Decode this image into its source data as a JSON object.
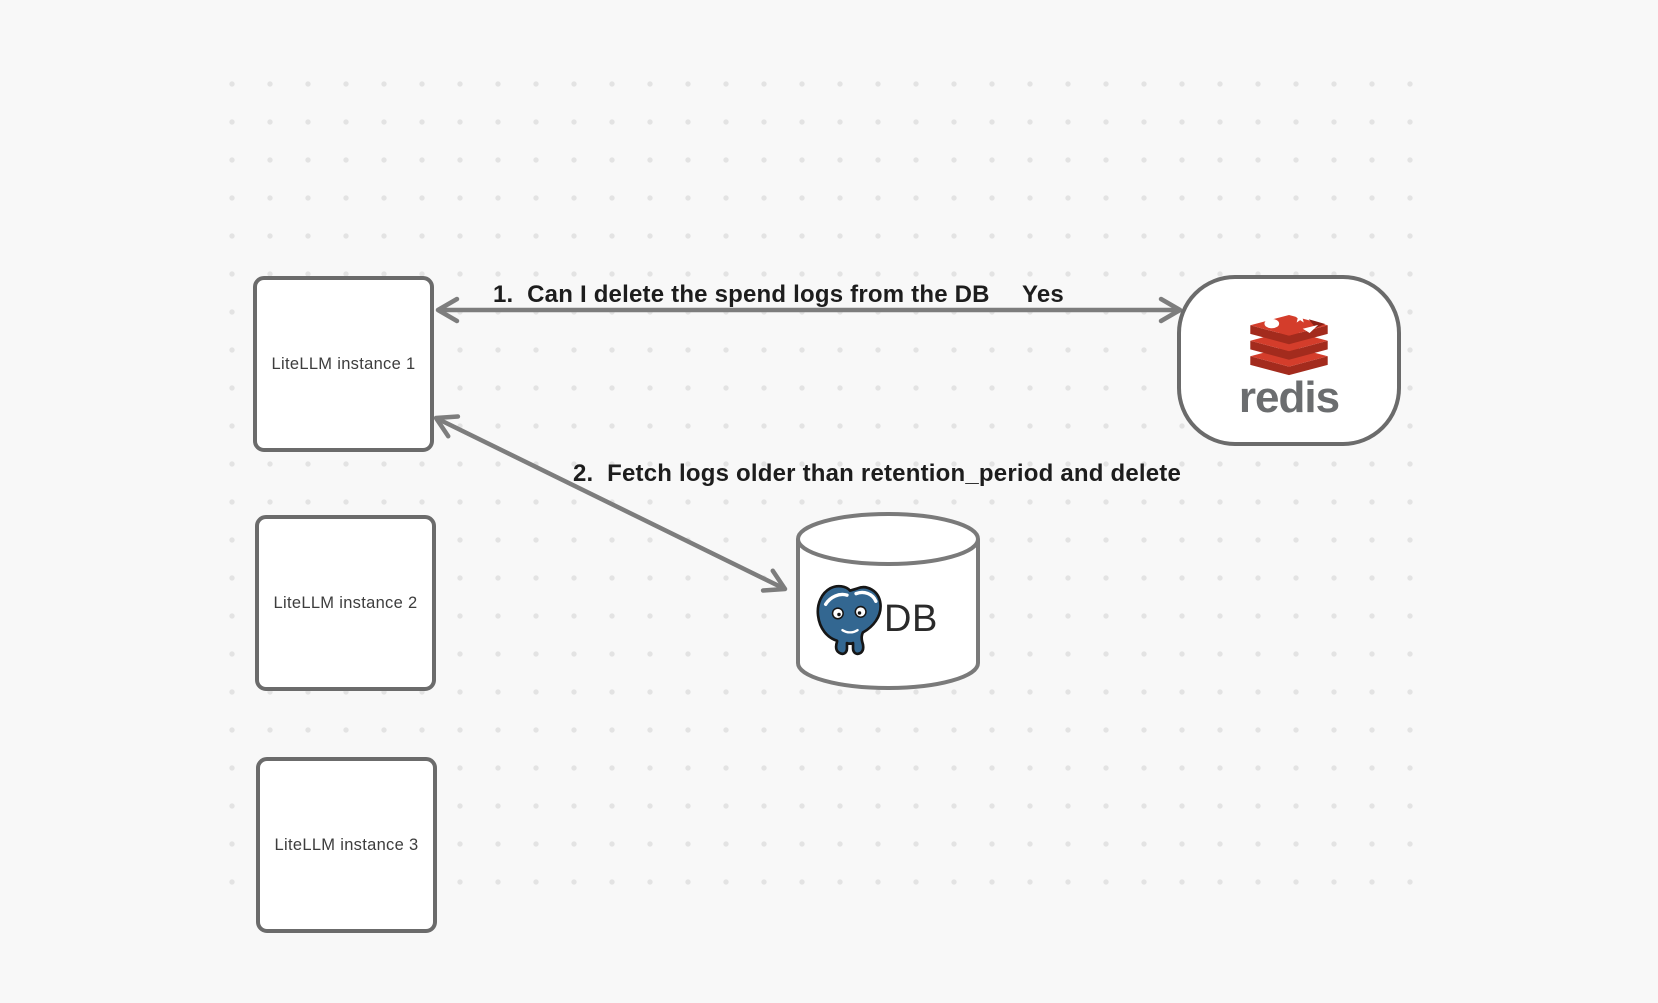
{
  "canvas": {
    "background_color": "#f8f8f8",
    "dot_color": "#e3e3e3"
  },
  "nodes": {
    "instances": [
      {
        "label": "LiteLLM instance 1"
      },
      {
        "label": "LiteLLM instance 2"
      },
      {
        "label": "LiteLLM instance 3"
      }
    ],
    "redis": {
      "label": "redis",
      "icon": "redis-logo-icon",
      "brand_red": "#d43d2b",
      "brand_red_dark": "#a32b1d",
      "wordmark_color": "#6b6d6f"
    },
    "db": {
      "label": "DB",
      "icon": "postgresql-elephant-icon",
      "postgres_blue": "#336791"
    }
  },
  "edges": [
    {
      "label": "1.  Can I delete the spend logs from the DB",
      "response": "Yes",
      "from": "LiteLLM instance 1",
      "to": "redis",
      "direction": "bidirectional"
    },
    {
      "label": "2.  Fetch logs older than retention_period and delete",
      "from": "LiteLLM instance 1",
      "to": "DB",
      "direction": "bidirectional"
    }
  ],
  "colors": {
    "arrow": "#7d7d7d",
    "node_border": "#6b6b6b",
    "edge_label_text": "#1d1d1d",
    "node_label_text": "#3d3d3d"
  }
}
